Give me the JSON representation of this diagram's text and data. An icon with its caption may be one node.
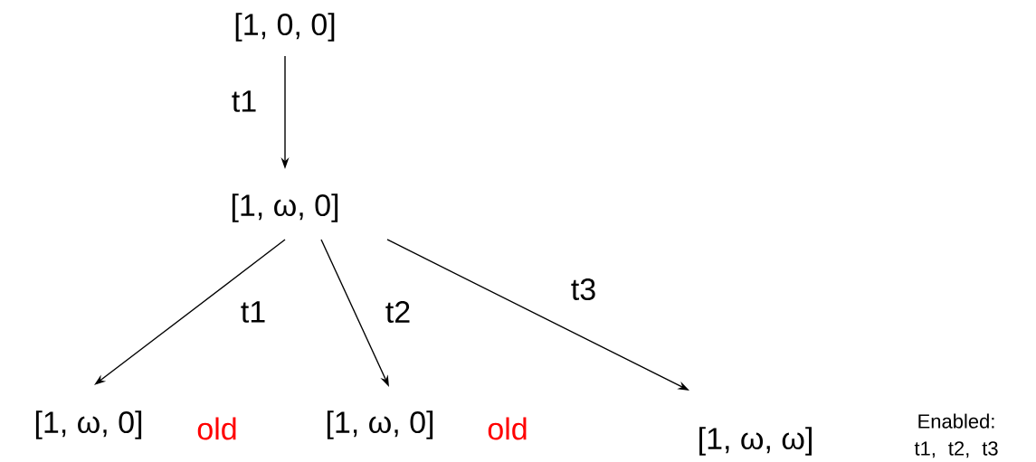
{
  "diagram": {
    "nodes": [
      {
        "text": [
          "[1, 0, 0]"
        ]
      },
      {
        "text": [
          "[1, ω, 0]"
        ]
      },
      {
        "text": [
          "[1, ω, 0]"
        ],
        "beside": [
          "old"
        ]
      },
      {
        "text": [
          "[1, ω, 0]"
        ],
        "beside": [
          "old"
        ]
      },
      {
        "text": [
          "[1, ω, ω]"
        ]
      }
    ],
    "edges": [
      {
        "from": 0,
        "to": 1,
        "arrow": "to",
        "label": "t1"
      },
      {
        "from": 1,
        "to": 2,
        "arrow": "to",
        "label": "t1"
      },
      {
        "from": 1,
        "to": 3,
        "arrow": "to",
        "label": "t2"
      },
      {
        "from": 1,
        "to": 4,
        "arrow": "to",
        "label": "t3"
      }
    ],
    "labels": [
      "Enabled: t1, t2, t3"
    ]
  }
}
